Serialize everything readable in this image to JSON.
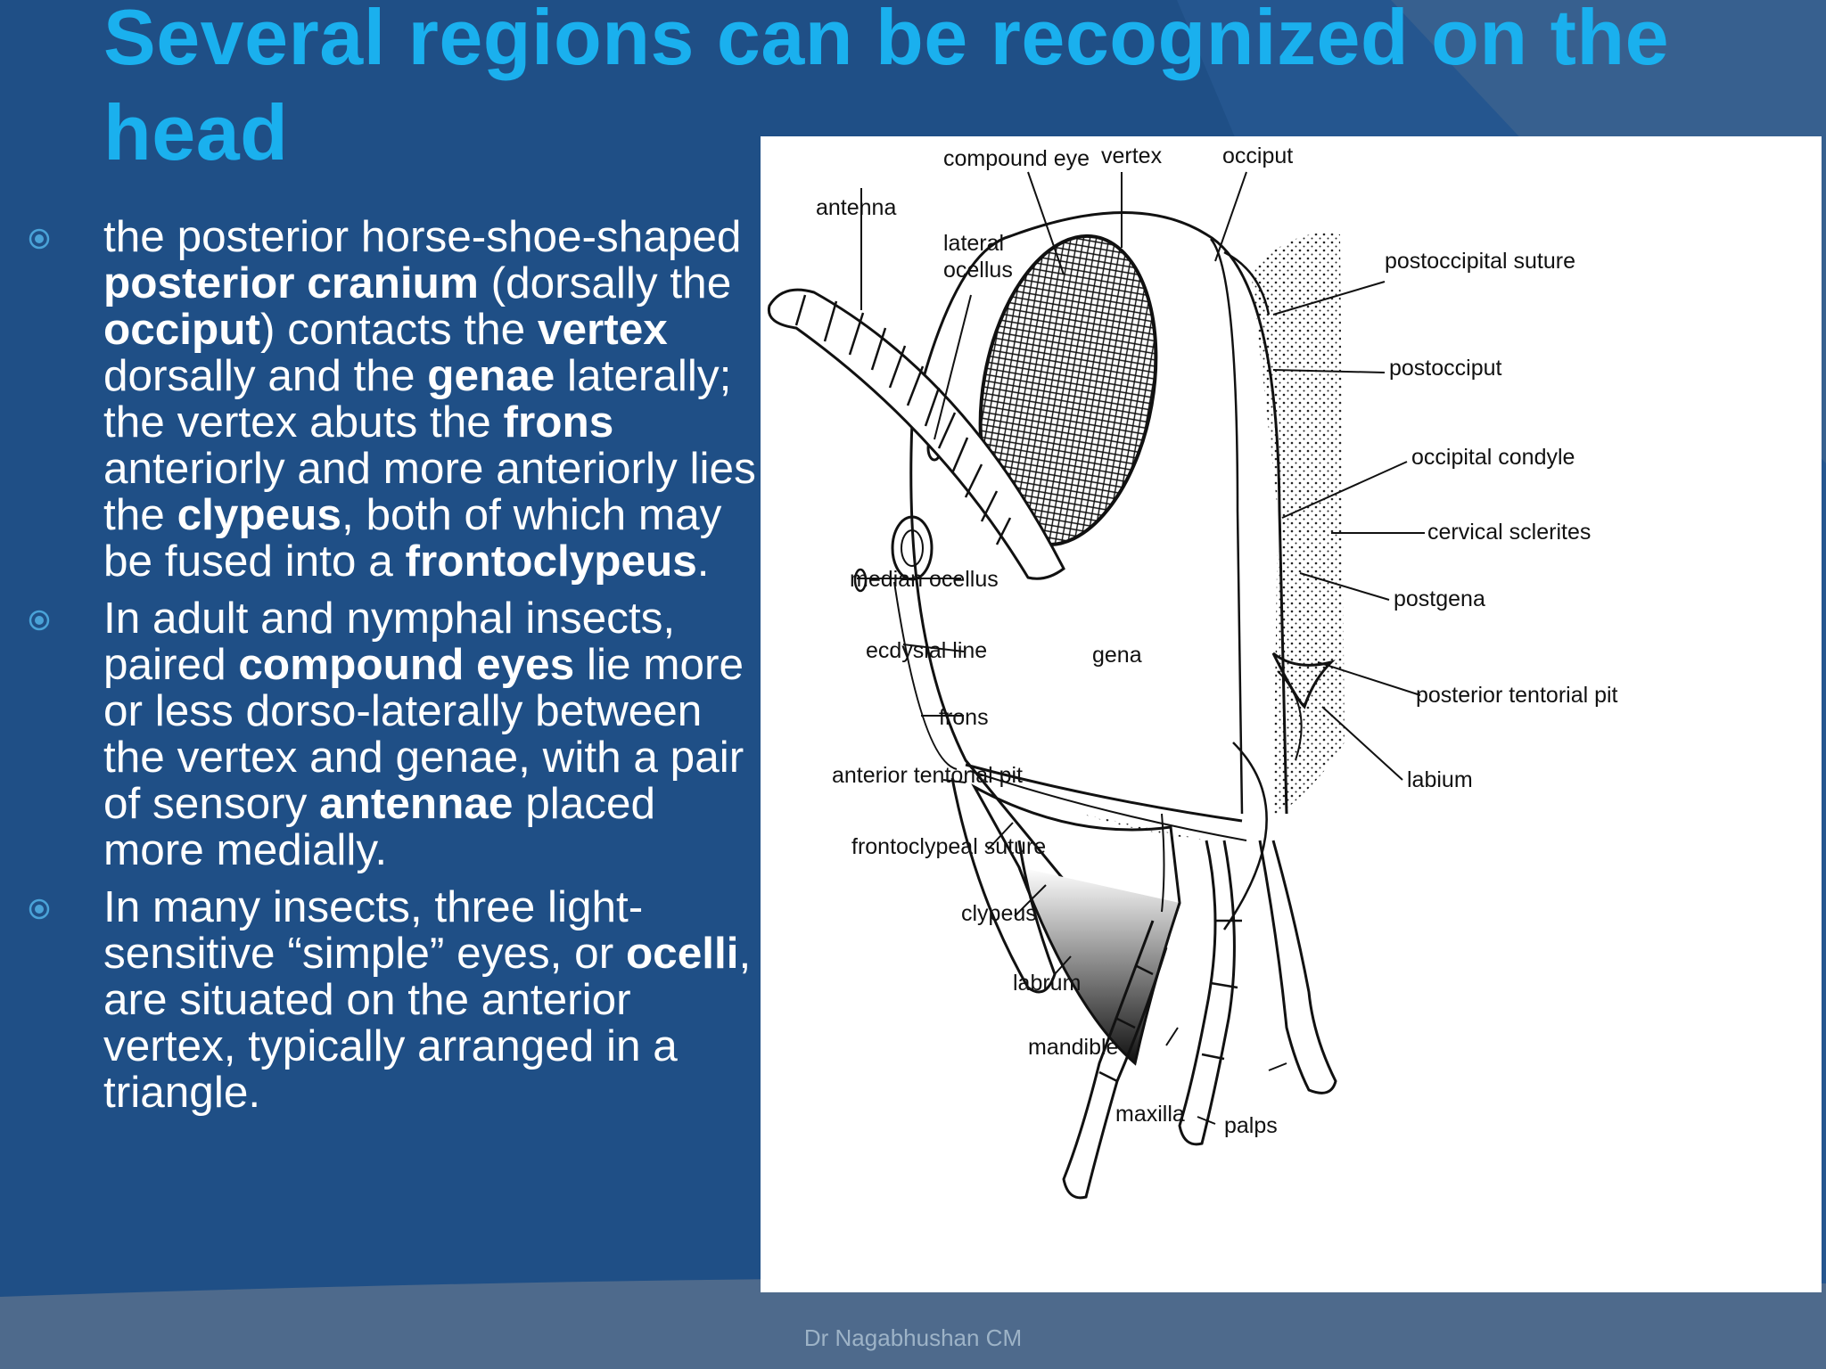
{
  "slide": {
    "title": "Several regions can be recognized on the head",
    "footer": "Dr Nagabhushan CM",
    "bullets": [
      [
        {
          "t": "the posterior horse-shoe-shaped ",
          "b": false
        },
        {
          "t": "posterior cranium",
          "b": true
        },
        {
          "t": " (dorsally the ",
          "b": false
        },
        {
          "t": "occiput",
          "b": true
        },
        {
          "t": ") contacts the ",
          "b": false
        },
        {
          "t": "vertex",
          "b": true
        },
        {
          "t": " dorsally and the ",
          "b": false
        },
        {
          "t": "genae",
          "b": true
        },
        {
          "t": " laterally; the vertex abuts the ",
          "b": false
        },
        {
          "t": "frons",
          "b": true
        },
        {
          "t": " anteriorly and more anteriorly lies the ",
          "b": false
        },
        {
          "t": "clypeus",
          "b": true
        },
        {
          "t": ", both of which may be fused into a ",
          "b": false
        },
        {
          "t": "frontoclypeus",
          "b": true
        },
        {
          "t": ".",
          "b": false
        }
      ],
      [
        {
          "t": "In adult and nymphal insects, paired ",
          "b": false
        },
        {
          "t": "compound eyes",
          "b": true
        },
        {
          "t": " lie more or less dorso-laterally between the vertex and genae, with a pair of sensory ",
          "b": false
        },
        {
          "t": "antennae",
          "b": true
        },
        {
          "t": " placed more medially.",
          "b": false
        }
      ],
      [
        {
          "t": "In many insects, three light-sensitive “simple” eyes, or ",
          "b": false
        },
        {
          "t": "ocelli",
          "b": true
        },
        {
          "t": ", are situated on the anterior vertex, typically arranged in a triangle.",
          "b": false
        }
      ]
    ]
  },
  "diagram": {
    "labels": {
      "compound_eye": "compound eye",
      "vertex": "vertex",
      "occiput": "occiput",
      "antenna": "antenna",
      "lateral_ocellus_1": "lateral",
      "lateral_ocellus_2": "ocellus",
      "postoccipital_suture": "postoccipital suture",
      "postocciput": "postocciput",
      "median_ocellus": "median ocellus",
      "occipital_condyle": "occipital condyle",
      "ecdysial_line": "ecdysial line",
      "gena": "gena",
      "cervical_sclerites": "cervical sclerites",
      "frons": "frons",
      "anterior_tentorial_pit": "anterior tentorial pit",
      "postgena": "postgena",
      "frontoclypeal_suture": "frontoclypeal suture",
      "posterior_tentorial_pit": "posterior tentorial pit",
      "clypeus": "clypeus",
      "labium": "labium",
      "labrum": "labrum",
      "mandible": "mandible",
      "maxilla": "maxilla",
      "palps": "palps"
    }
  },
  "colors": {
    "background": "#1f4f86",
    "title": "#1ab0ee",
    "text": "#ffffff",
    "bullet": "#4aa3d8",
    "footer": "#9db3c7"
  }
}
